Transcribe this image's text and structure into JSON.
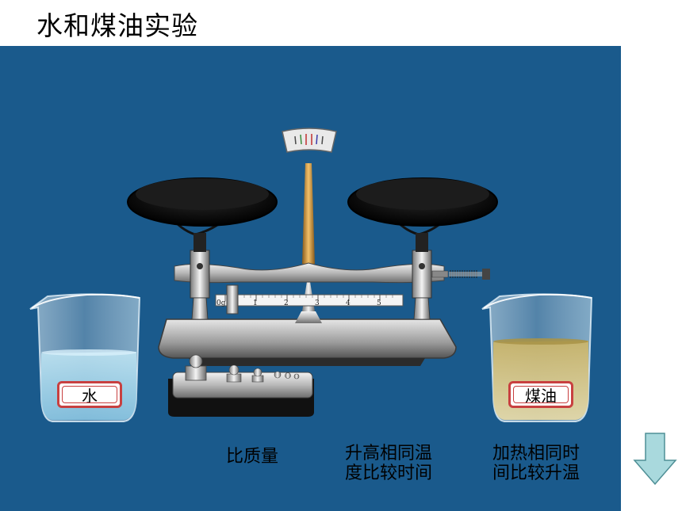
{
  "slide": {
    "title": "水和煤油实验"
  },
  "beakers": {
    "water_label": "水",
    "kerosene_label": "煤油"
  },
  "balance": {
    "ruler_ticks": [
      "0g",
      "1",
      "2",
      "3",
      "4",
      "5"
    ]
  },
  "captions": {
    "mass": "比质量",
    "time_line1": "升高相同温",
    "time_line2": "度比较时间",
    "temp_line1": "加热相同时",
    "temp_line2": "间比较升温"
  },
  "colors": {
    "stage_background": "#1a5a8c",
    "water": "#9fd0e8",
    "kerosene": "#c8b566",
    "arrow": "#a9d9dd"
  },
  "icons": [
    "balance-icon",
    "beaker-icon",
    "weights-icon",
    "down-arrow-icon"
  ]
}
